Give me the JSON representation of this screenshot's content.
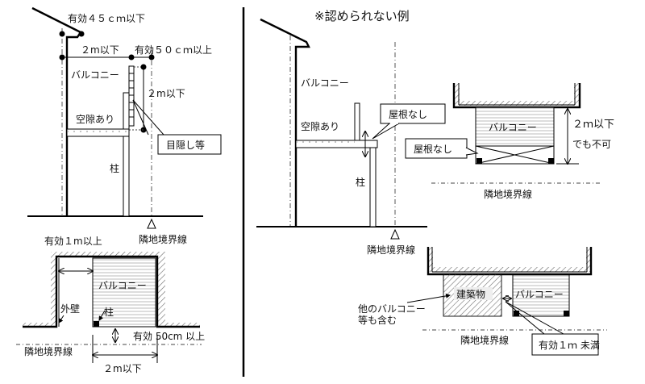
{
  "title": "※認められない例",
  "left_elevation": {
    "eave_limit": "有効４５ｃｍ以下",
    "width_limit": "２m以下",
    "setback": "有効５０ｃｍ以上",
    "balcony": "バルコニー",
    "height_limit": "２m以下",
    "gap": "空隙あり",
    "screen": "目隠し等",
    "column": "柱",
    "boundary": "隣地境界線"
  },
  "left_plan": {
    "clearance": "有効１m以上",
    "balcony": "バルコニー",
    "outer_wall": "外壁",
    "column": "柱",
    "setback": "有効 50cm 以上",
    "boundary": "隣地境界線",
    "width_limit": "２m以下"
  },
  "right_elevation": {
    "balcony": "バルコニー",
    "gap": "空隙あり",
    "no_roof": "屋根なし",
    "column": "柱",
    "boundary": "隣地境界線"
  },
  "right_plan_top": {
    "balcony": "バルコニー",
    "no_roof": "屋根なし",
    "note_line1": "２ｍ以下",
    "note_line2": "でも不可",
    "boundary": "隣地境界線"
  },
  "right_plan_bottom": {
    "building": "建築物",
    "balcony": "バルコニー",
    "other_note_line1": "他のバルコニー",
    "other_note_line2": "等も含む",
    "boundary": "隣地境界線",
    "distance": "有効１ｍ 未満"
  }
}
